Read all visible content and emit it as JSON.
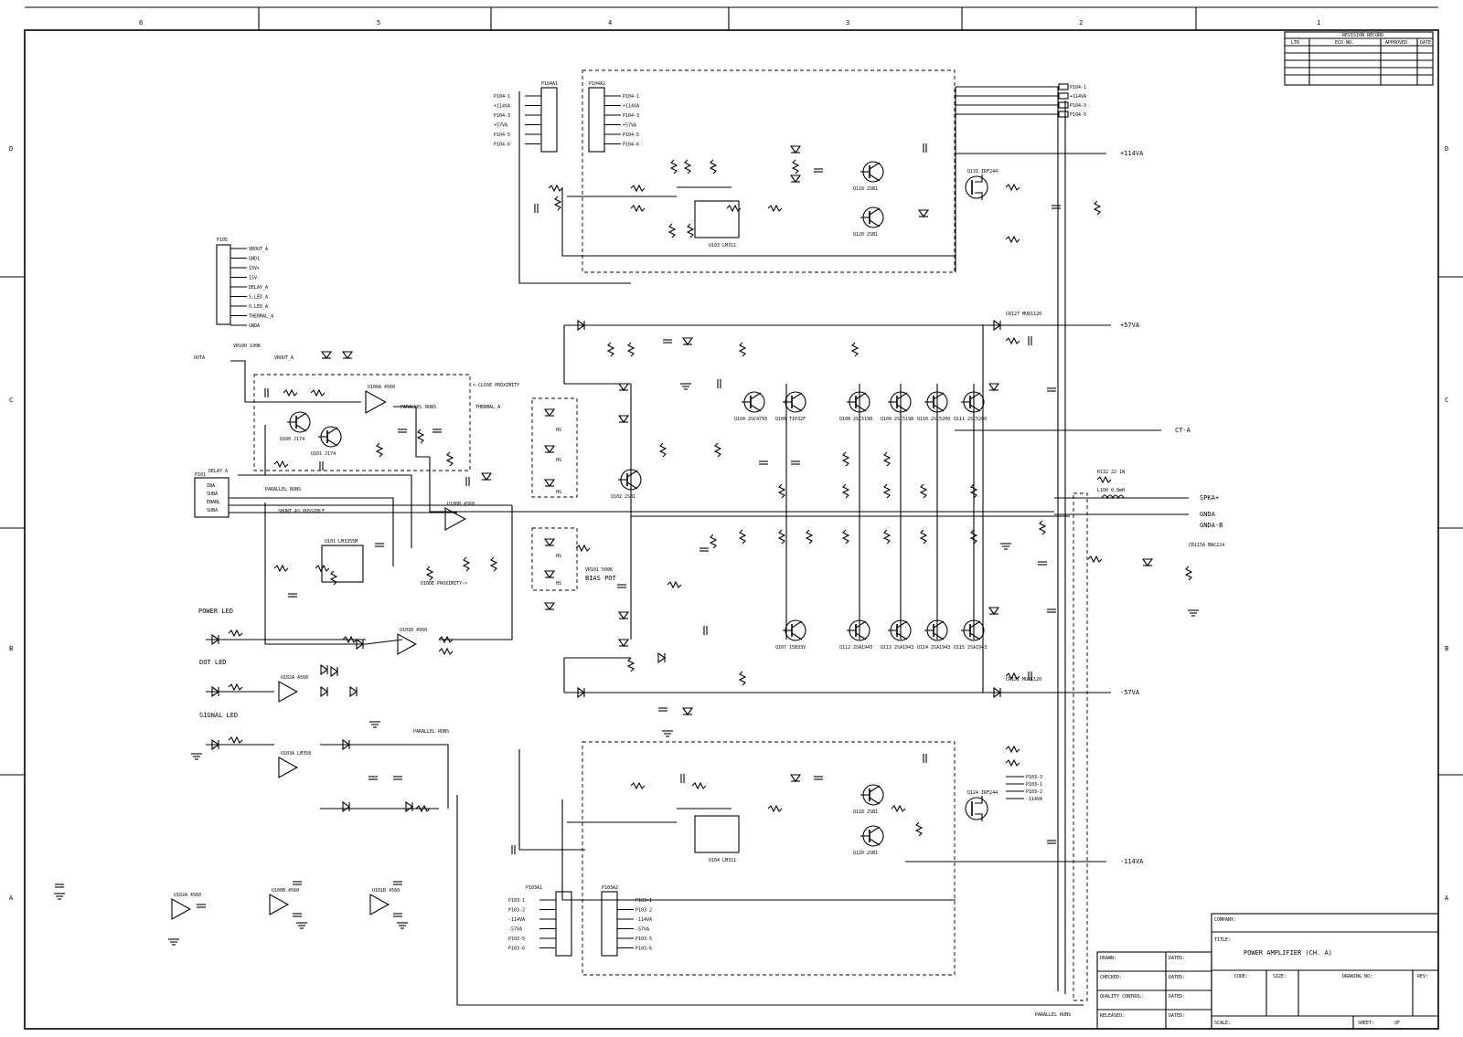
{
  "zones_top": [
    "6",
    "5",
    "4",
    "3",
    "2",
    "1"
  ],
  "zones_side": [
    "D",
    "C",
    "B",
    "A"
  ],
  "revision": {
    "title": "REVISION RECORD",
    "cols": [
      "LTR",
      "ECO NO.",
      "APPROVED",
      "DATE"
    ]
  },
  "title_block": {
    "company": "COMPANY:",
    "title_label": "TITLE:",
    "title": "POWER AMPLIFIER (CH. A)",
    "drawn": "DRAWN:",
    "checked": "CHECKED:",
    "quality": "QUALITY CONTROL:",
    "released": "RELEASED:",
    "dated": "DATED:",
    "code": "CODE:",
    "size": "SIZE:",
    "drawing_no": "DRAWING NO:",
    "rev": "REV:",
    "scale": "SCALE:",
    "sheet": "SHEET:",
    "of": "OF"
  },
  "connectors": {
    "p105_title": "P105",
    "p105_pins": [
      "VROUT_A",
      "GND1",
      "15V+",
      "15V-",
      "DELAY_A",
      "S.LED_A",
      "O.LED_A",
      "THERMAL_A",
      "GNDA"
    ],
    "p104a1_title": "P104A1",
    "p104a1_pins": [
      "P104-1",
      "+114VA",
      "P104-3",
      "+57VA",
      "P104-5",
      "P104-6"
    ],
    "p104a2_title": "P104A2",
    "p104a2_pins": [
      "P104-1",
      "+114VA",
      "P104-3",
      "+57VA",
      "P104-5",
      "P104-6"
    ],
    "p103a1_title": "P103A1",
    "p103a1_pins": [
      "P103-1",
      "P103-2",
      "-114VA",
      "-57VA",
      "P103-5",
      "P103-6"
    ],
    "p103a2_title": "P103A2",
    "p103a2_pins": [
      "P103-1",
      "P103-2",
      "-114VA",
      "-57VA",
      "P103-5",
      "P103-6"
    ],
    "p101_title": "P101",
    "p101_pins": [
      "INA",
      "SUBA",
      "ENABL",
      "SUBA"
    ],
    "right_top": [
      "P104-1",
      "+114VA",
      "P104-3",
      "P104-5"
    ],
    "right_bot": [
      "P103-3",
      "P103-1",
      "P103-2",
      "-114VA"
    ]
  },
  "rails": {
    "p114": "+114VA",
    "p57": "+57VA",
    "ct": "CT-A",
    "m57": "-57VA",
    "m114": "-114VA",
    "spka": "SPKA+",
    "gnda": "GNDA",
    "gnda_b": "GNDA-B"
  },
  "labels": {
    "power_led": "POWER LED",
    "dot_led": "DOT LED",
    "signal_led": "SIGNAL LED",
    "bias_pot": "BIAS POT",
    "hs": "HS",
    "parallel_runs": "PARALLEL RUNS",
    "close_proximity": "<-CLOSE PROXIMITY",
    "diode_proximity": "DIODE PROXIMITY->",
    "shunt_as_possible": "SHUNT AS POSSIBLE",
    "parallel_runs2": "PARALLEL RUNS",
    "thermal_a": "THERMAL_A",
    "delay_a": "DELAY A",
    "vrout_a": "VROUT_A",
    "outa": "OUTA"
  },
  "parts": {
    "u100a": "U100A 4560",
    "u100b": "U100B 4560",
    "u101": "U101 LM3355M",
    "u101b": "U101B 4560",
    "u102a": "U102A 4560",
    "u103a": "U103A LM358",
    "u103": "U103 LM311",
    "u104": "U104 LM311",
    "q100": "Q100 J174",
    "q101": "Q101 J174",
    "q118": "Q118 2SB1",
    "q120": "Q120 2SB1",
    "q131": "Q131 IRF244",
    "q124": "Q124 IRF244",
    "q102": "Q102 2SB1",
    "q104": "Q104 2SC4793",
    "q106": "Q106 TIP32F",
    "q107": "Q107 15B33V",
    "q108": "Q108 2SC5198",
    "q109": "Q109 2SC5198",
    "q110": "Q110 2SC5200",
    "q111": "Q111 2SC5200",
    "q112": "Q112 2SA1943",
    "q113": "Q113 2SA1943",
    "q114": "Q114 2SA1943",
    "q115": "Q115 2SA1943",
    "l100": "L100 0.8mH",
    "r132": "R132 22 1W",
    "cr115a": "CR115A MAC224",
    "vr100": "VR100 100K",
    "vr101": "VR101 500K",
    "cr127": "CR127 MUR1120",
    "cr131": "CR131 MUR1120"
  }
}
